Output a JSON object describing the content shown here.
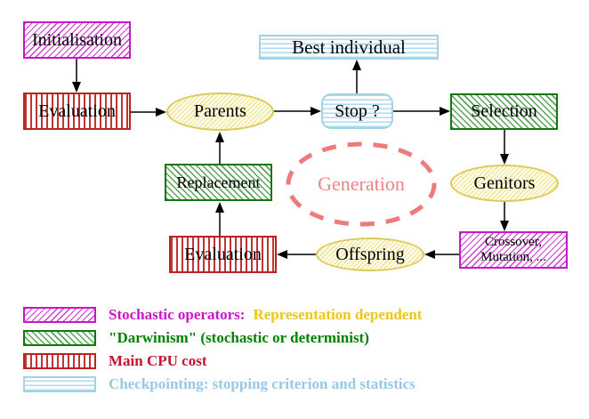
{
  "figure": {
    "title_hint": "Evolutionary algorithm generation loop",
    "nodes": {
      "initialisation": "Initialisation",
      "evaluation_top": "Evaluation",
      "parents": "Parents",
      "stop": "Stop ?",
      "best_individual": "Best individual",
      "selection": "Selection",
      "genitors": "Genitors",
      "crossover_line1": "Crossover,",
      "crossover_line2": "Mutation, ...",
      "offspring": "Offspring",
      "evaluation_bottom": "Evaluation",
      "replacement": "Replacement",
      "generation": "Generation"
    },
    "edges": [
      {
        "from": "initialisation",
        "to": "evaluation_top"
      },
      {
        "from": "evaluation_top",
        "to": "parents"
      },
      {
        "from": "parents",
        "to": "stop"
      },
      {
        "from": "stop",
        "to": "best_individual"
      },
      {
        "from": "stop",
        "to": "selection"
      },
      {
        "from": "selection",
        "to": "genitors"
      },
      {
        "from": "genitors",
        "to": "crossover_mutation"
      },
      {
        "from": "crossover_mutation",
        "to": "offspring"
      },
      {
        "from": "offspring",
        "to": "evaluation_bottom"
      },
      {
        "from": "evaluation_bottom",
        "to": "replacement"
      },
      {
        "from": "replacement",
        "to": "parents"
      }
    ],
    "legend": {
      "rows": [
        {
          "swatch": "magenta-hatch",
          "label": "Stochastic operators:",
          "label_secondary": "Representation dependent"
        },
        {
          "swatch": "green-hatch",
          "label": "\"Darwinism\" (stochastic or determinist)"
        },
        {
          "swatch": "red-stripes",
          "label": "Main CPU cost"
        },
        {
          "swatch": "cyan-stripes",
          "label": "Checkpointing: stopping criterion and statistics"
        }
      ]
    },
    "colors": {
      "magenta": "#c816c8",
      "gold": "#eec61a",
      "green": "#008000",
      "red": "#c41230",
      "cyan": "#97c8e8",
      "yellow": "#ddca5a",
      "salmon": "#ee7b7b",
      "black": "#000000"
    }
  }
}
